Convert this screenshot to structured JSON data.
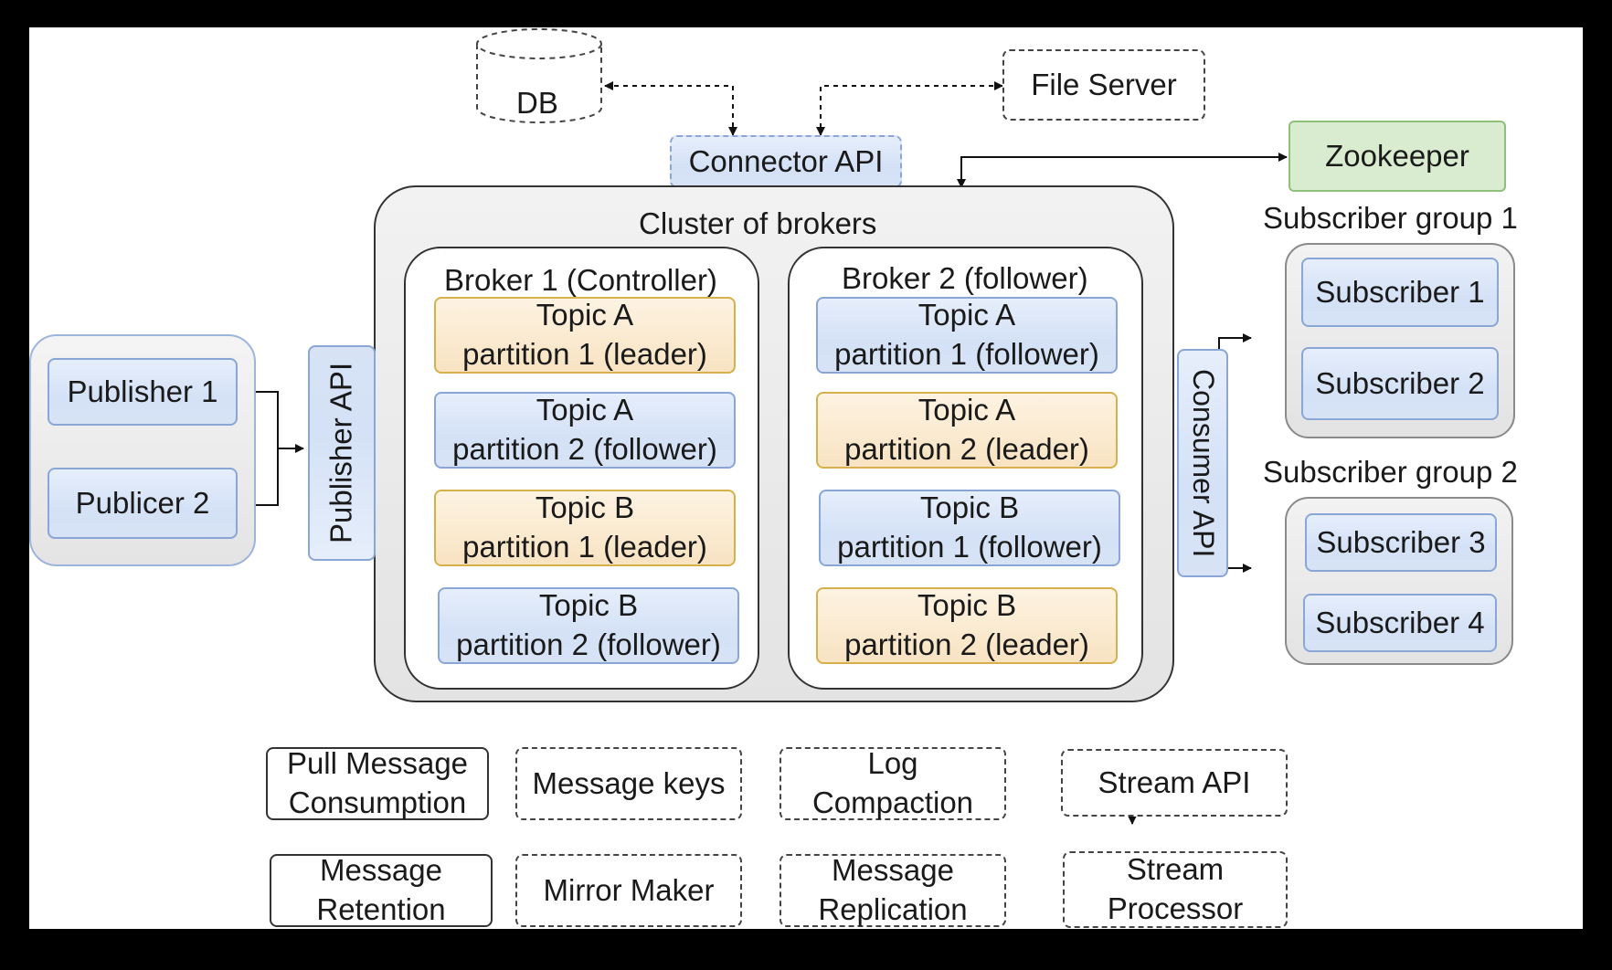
{
  "db": "DB",
  "file_server": "File Server",
  "connector_api": "Connector API",
  "zookeeper": "Zookeeper",
  "cluster_title": "Cluster of brokers",
  "publisher_api": "Publisher API",
  "consumer_api": "Consumer API",
  "publishers": [
    "Publisher 1",
    "Publicer 2"
  ],
  "broker1": {
    "title": "Broker 1 (Controller)",
    "partitions": [
      {
        "line1": "Topic A",
        "line2": "partition 1 (leader)",
        "role": "leader"
      },
      {
        "line1": "Topic A",
        "line2": "partition 2 (follower)",
        "role": "follower"
      },
      {
        "line1": "Topic B",
        "line2": "partition 1 (leader)",
        "role": "leader"
      },
      {
        "line1": "Topic B",
        "line2": "partition 2 (follower)",
        "role": "follower"
      }
    ]
  },
  "broker2": {
    "title": "Broker 2 (follower)",
    "partitions": [
      {
        "line1": "Topic A",
        "line2": "partition 1 (follower)",
        "role": "follower"
      },
      {
        "line1": "Topic A",
        "line2": "partition 2 (leader)",
        "role": "leader"
      },
      {
        "line1": "Topic B",
        "line2": "partition 1 (follower)",
        "role": "follower"
      },
      {
        "line1": "Topic B",
        "line2": "partition 2 (leader)",
        "role": "leader"
      }
    ]
  },
  "subscriber_group_1": {
    "title": "Subscriber group 1",
    "members": [
      "Subscriber 1",
      "Subscriber 2"
    ]
  },
  "subscriber_group_2": {
    "title": "Subscriber group 2",
    "members": [
      "Subscriber 3",
      "Subscriber 4"
    ]
  },
  "features": {
    "pull_message": [
      "Pull Message",
      "Consumption"
    ],
    "message_retention": [
      "Message",
      "Retention"
    ],
    "message_keys": "Message keys",
    "mirror_maker": "Mirror Maker",
    "log_compaction": [
      "Log",
      "Compaction"
    ],
    "message_replication": [
      "Message",
      "Replication"
    ],
    "stream_api": "Stream API",
    "stream_processor": [
      "Stream",
      "Processor"
    ]
  },
  "colors": {
    "follower_fill": "#d4e1f6",
    "leader_fill": "#f8e3c2",
    "zookeeper_fill": "#d9ecd0",
    "background": "#000000"
  }
}
